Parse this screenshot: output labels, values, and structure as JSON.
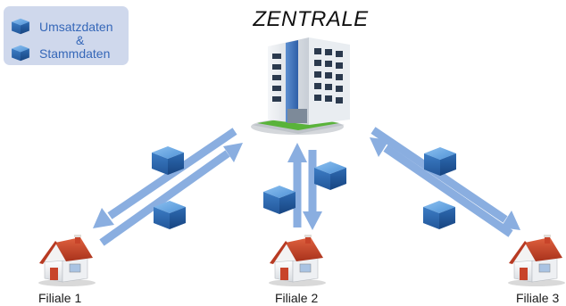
{
  "legend": {
    "line1": "Umsatzdaten",
    "line2": "&",
    "line3": "Stammdaten"
  },
  "hq": {
    "title": "ZENTRALE"
  },
  "branches": [
    {
      "label": "Filiale 1"
    },
    {
      "label": "Filiale 2"
    },
    {
      "label": "Filiale 3"
    }
  ],
  "colors": {
    "arrow": "#8aaee0",
    "legend_bg": "#cfd8ec",
    "legend_text": "#3567b8",
    "cube": "#3f82c8",
    "roof": "#c8442a"
  },
  "icons": {
    "data_packet": "data-cube-icon",
    "headquarters": "office-building-icon",
    "branch": "house-icon"
  }
}
